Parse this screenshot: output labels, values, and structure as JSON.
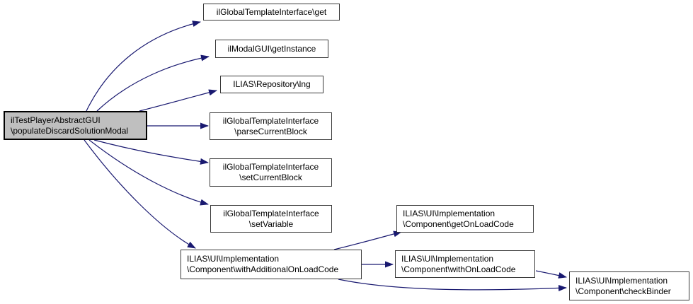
{
  "diagram": {
    "kind": "doxygen-call-graph",
    "description": "Call graph for ilTestPlayerAbstractGUI\\populateDiscardSolutionModal"
  },
  "colors": {
    "edge": "#191970",
    "node_border": "#3a3a3a",
    "node_fill": "#ffffff",
    "highlight_fill": "#bfbfbf",
    "highlight_border": "#000000",
    "text": "#000000",
    "bg": "#ffffff"
  },
  "nodes": {
    "caller": {
      "line1": "ilTestPlayerAbstractGUI",
      "line2": "\\populateDiscardSolutionModal"
    },
    "get": {
      "line1": "ilGlobalTemplateInterface\\get"
    },
    "getInstance": {
      "line1": "ilModalGUI\\getInstance"
    },
    "lng": {
      "line1": "ILIAS\\Repository\\lng"
    },
    "parseCurrentBlock": {
      "line1": "ilGlobalTemplateInterface",
      "line2": "\\parseCurrentBlock"
    },
    "setCurrentBlock": {
      "line1": "ilGlobalTemplateInterface",
      "line2": "\\setCurrentBlock"
    },
    "setVariable": {
      "line1": "ilGlobalTemplateInterface",
      "line2": "\\setVariable"
    },
    "withAdditionalOnLoadCode": {
      "line1": "ILIAS\\UI\\Implementation",
      "line2": "\\Component\\withAdditionalOnLoadCode"
    },
    "getOnLoadCode": {
      "line1": "ILIAS\\UI\\Implementation",
      "line2": "\\Component\\getOnLoadCode"
    },
    "withOnLoadCode": {
      "line1": "ILIAS\\UI\\Implementation",
      "line2": "\\Component\\withOnLoadCode"
    },
    "checkBinder": {
      "line1": "ILIAS\\UI\\Implementation",
      "line2": "\\Component\\checkBinder"
    }
  },
  "edges": [
    {
      "from": "caller",
      "to": "get"
    },
    {
      "from": "caller",
      "to": "getInstance"
    },
    {
      "from": "caller",
      "to": "lng"
    },
    {
      "from": "caller",
      "to": "parseCurrentBlock"
    },
    {
      "from": "caller",
      "to": "setCurrentBlock"
    },
    {
      "from": "caller",
      "to": "setVariable"
    },
    {
      "from": "caller",
      "to": "withAdditionalOnLoadCode"
    },
    {
      "from": "withAdditionalOnLoadCode",
      "to": "getOnLoadCode"
    },
    {
      "from": "withAdditionalOnLoadCode",
      "to": "withOnLoadCode"
    },
    {
      "from": "withAdditionalOnLoadCode",
      "to": "checkBinder"
    },
    {
      "from": "withOnLoadCode",
      "to": "checkBinder"
    }
  ]
}
